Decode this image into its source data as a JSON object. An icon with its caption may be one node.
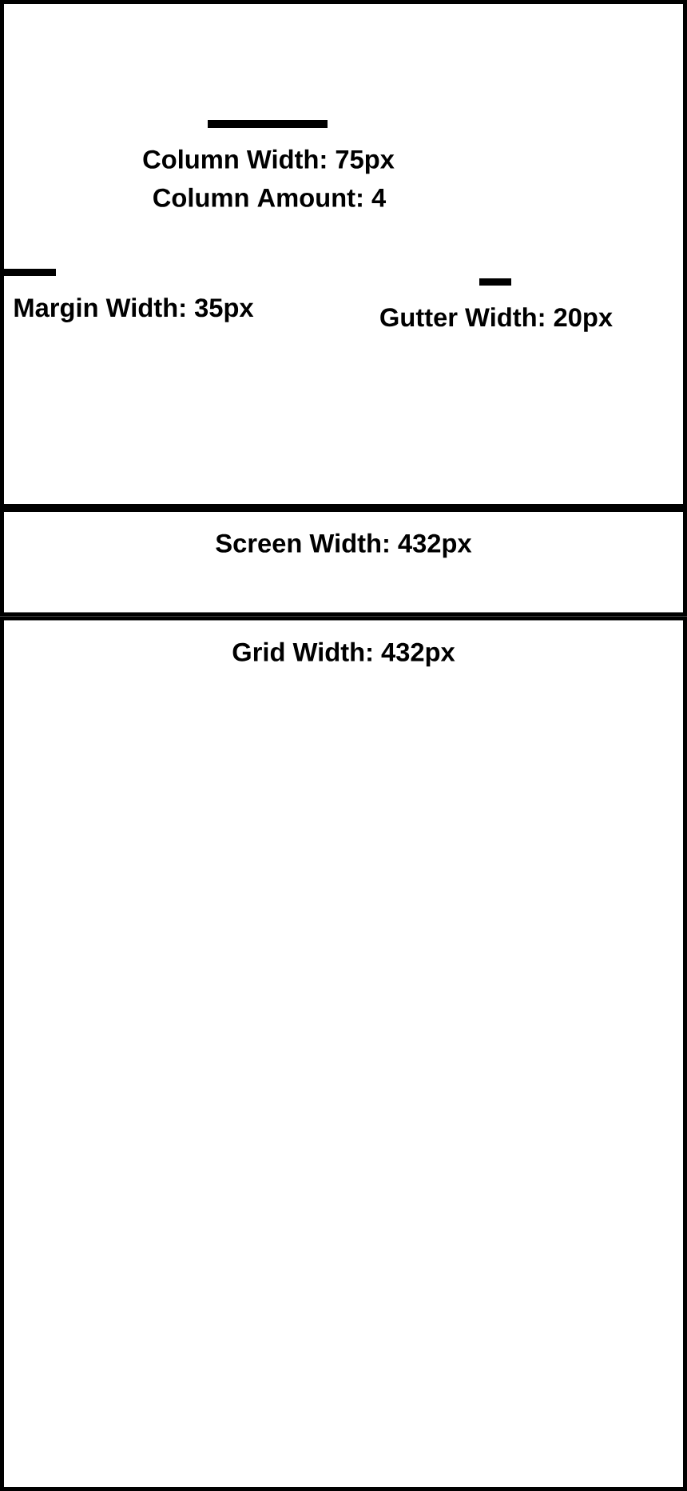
{
  "diagram": {
    "nodes": [
      {
        "text": [],
        "shape": "box"
      },
      {
        "text": [
          "Screen Width: 432px"
        ]
      },
      {
        "text": [
          "Grid Width: 432px"
        ]
      }
    ],
    "labels": [
      "Column Width: 75px",
      "Column Amount: 4",
      "Margin Width: 35px",
      "Gutter Width: 20px"
    ]
  }
}
